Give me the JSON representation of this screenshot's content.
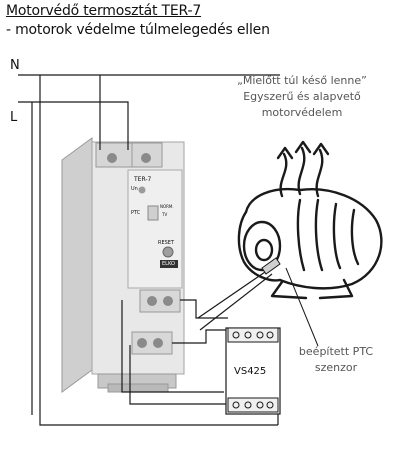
{
  "title": "Motorvédő termosztát TER-7",
  "subtitle": "- motorok védelme túlmelegedés ellen",
  "lines": {
    "n": "N",
    "l": "L"
  },
  "slogan": [
    "„Mielőtt túl késő lenne”",
    "Egyszerű és alapvető",
    "motorvédelem"
  ],
  "device": {
    "model": "TER-7",
    "led_un": "Un",
    "mode_ptc": "PTC",
    "mode_norm": "NORM.",
    "mode_tv": "TV",
    "reset": "RESET",
    "brand": "ELKO"
  },
  "relay_label": "VS425",
  "sensor_label": "beépített PTC szenzor",
  "colors": {
    "wire": "#1a1a1a",
    "device_body": "#e6e6e6",
    "device_shade": "#c9c9c9",
    "text_gray": "#555555"
  }
}
